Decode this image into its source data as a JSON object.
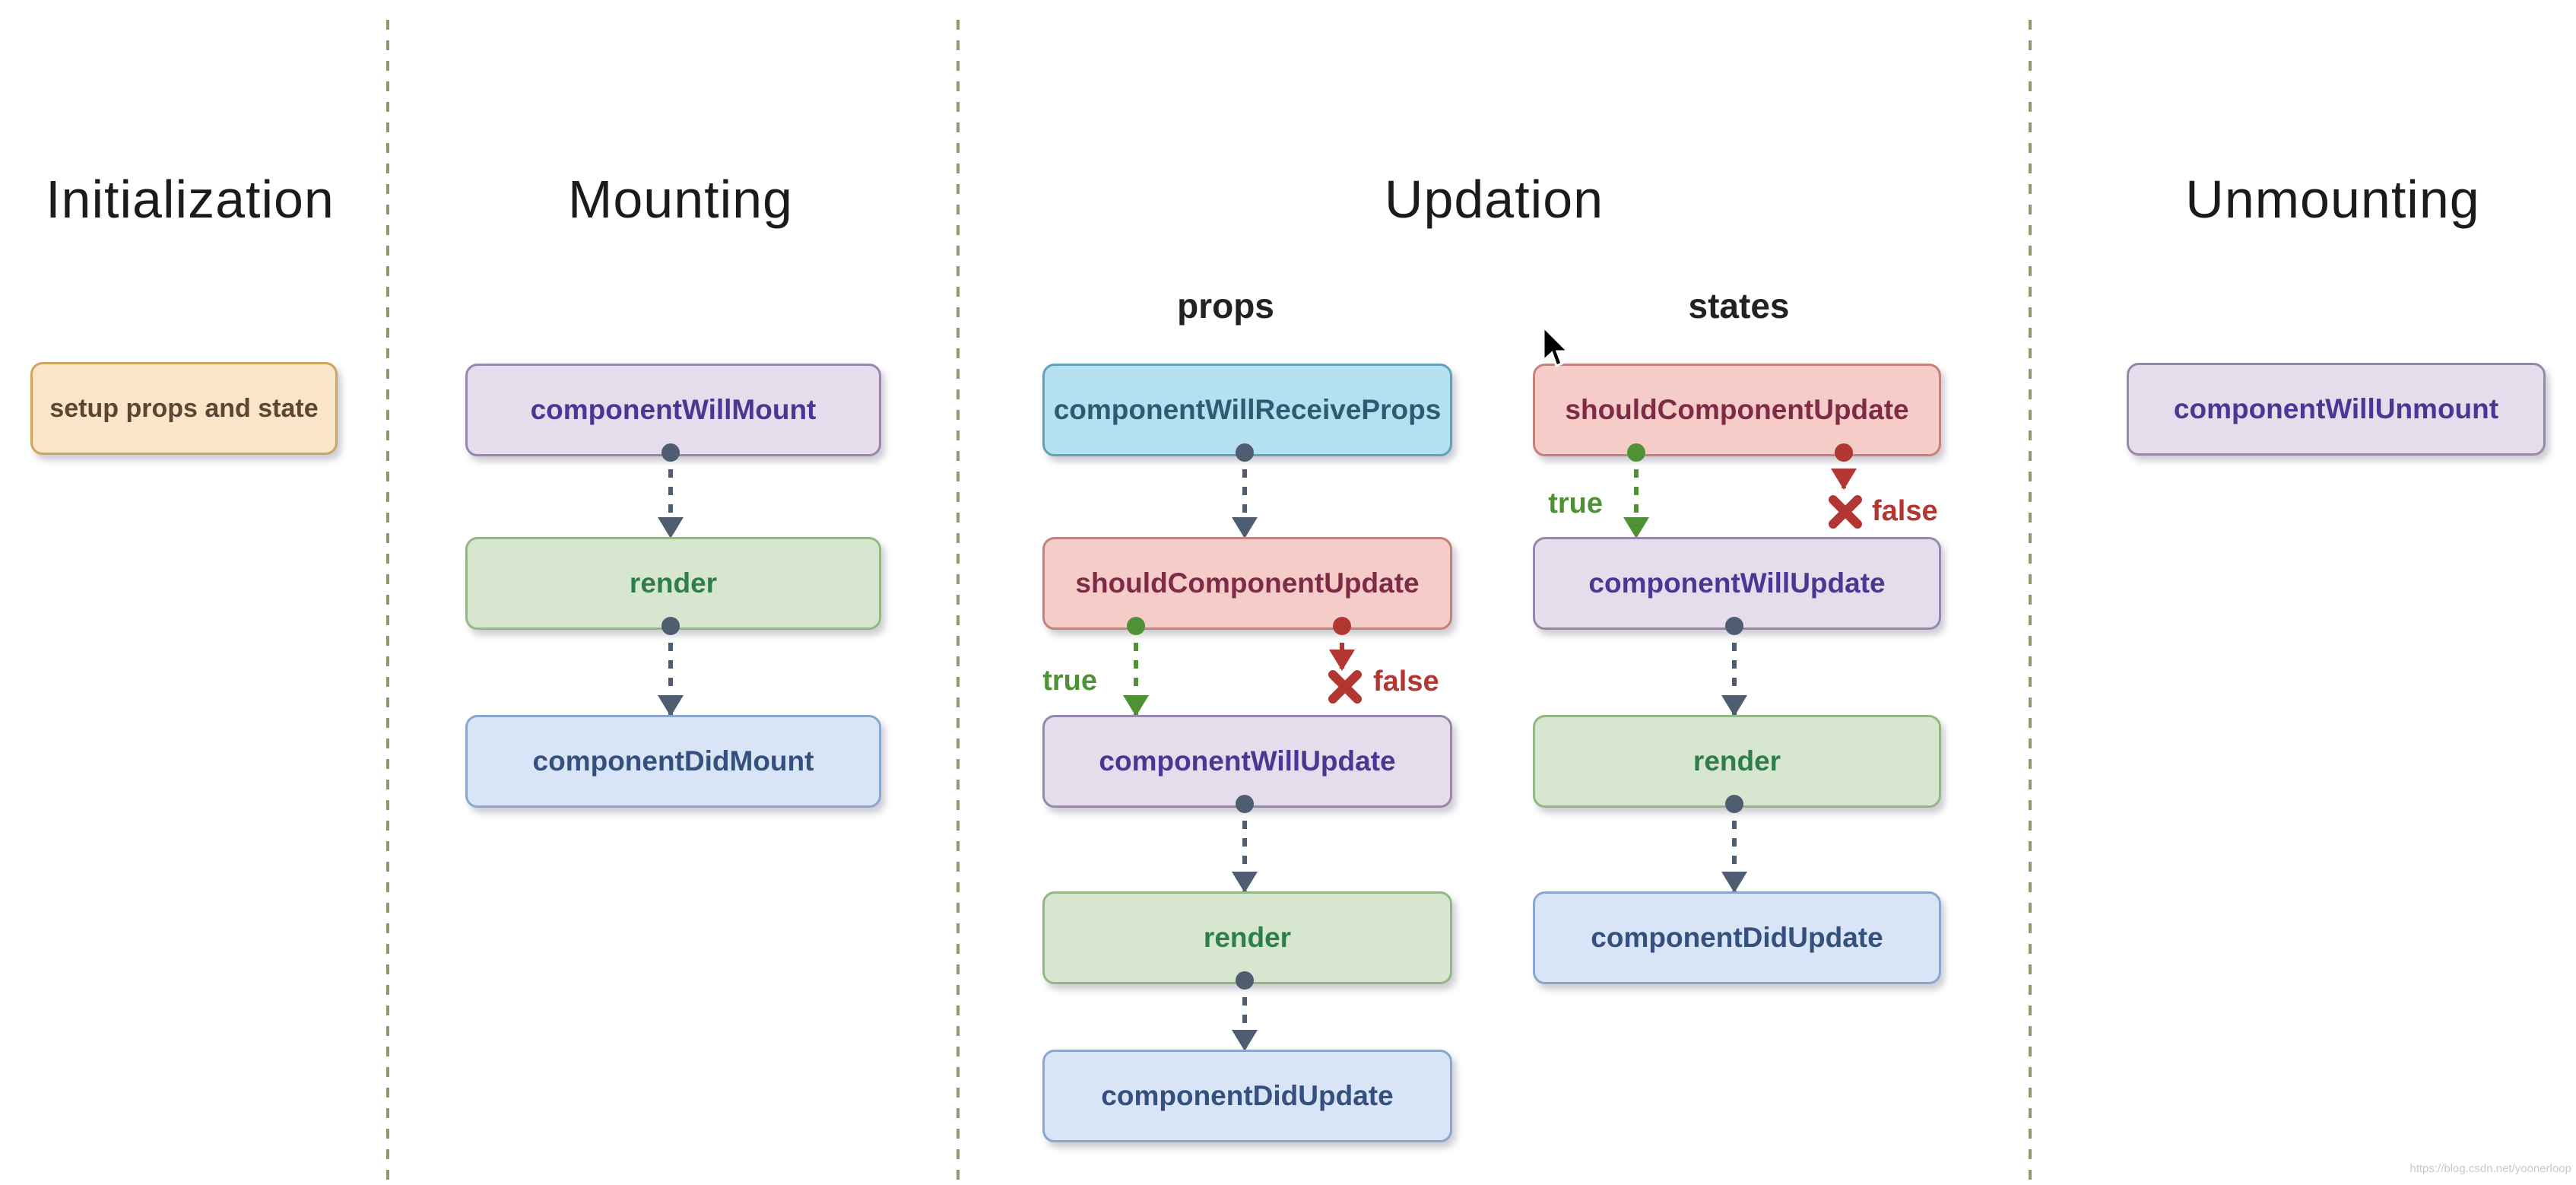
{
  "diagram": {
    "watermark": "https://blog.csdn.net/yoonerloop",
    "sections": {
      "initialization": {
        "title": "Initialization",
        "node_label": "setup props and state"
      },
      "mounting": {
        "title": "Mounting",
        "nodes": {
          "will_mount": "componentWillMount",
          "render": "render",
          "did_mount": "componentDidMount"
        }
      },
      "updation": {
        "title": "Updation",
        "props_flow": {
          "label": "props",
          "nodes": {
            "will_receive_props": "componentWillReceiveProps",
            "should_update": "shouldComponentUpdate",
            "will_update": "componentWillUpdate",
            "render": "render",
            "did_update": "componentDidUpdate"
          },
          "true_label": "true",
          "false_label": "false"
        },
        "states_flow": {
          "label": "states",
          "nodes": {
            "should_update": "shouldComponentUpdate",
            "will_update": "componentWillUpdate",
            "render": "render",
            "did_update": "componentDidUpdate"
          },
          "true_label": "true",
          "false_label": "false"
        }
      },
      "unmounting": {
        "title": "Unmounting",
        "node_label": "componentWillUnmount"
      }
    },
    "colors": {
      "heading_color": "#1B1B1B",
      "divider_color": "#8A9B71",
      "slate_color": "#4E5E70",
      "branch_green": "#4F9135",
      "branch_red": "#B23732",
      "watermark_color": "#C9C9C9",
      "orange_fill": "#FAE5C8",
      "orange_border": "#CEA55D",
      "orange_text": "#5B4636",
      "purple_fill": "#E5DDEB",
      "purple_border": "#9787AC",
      "purple_text": "#4B3793",
      "green_fill": "#D7E7CF",
      "green_border": "#94B786",
      "green_text": "#2E7D4F",
      "blue_fill": "#D9E4F6",
      "blue_border": "#8BA6CF",
      "blue_text": "#33517C",
      "cyan_fill": "#B5E0EF",
      "cyan_border": "#62A1BC",
      "cyan_text": "#2F5A73",
      "pink_fill": "#F6CCC8",
      "pink_border": "#C4827D",
      "pink_text": "#7E2B45"
    }
  }
}
